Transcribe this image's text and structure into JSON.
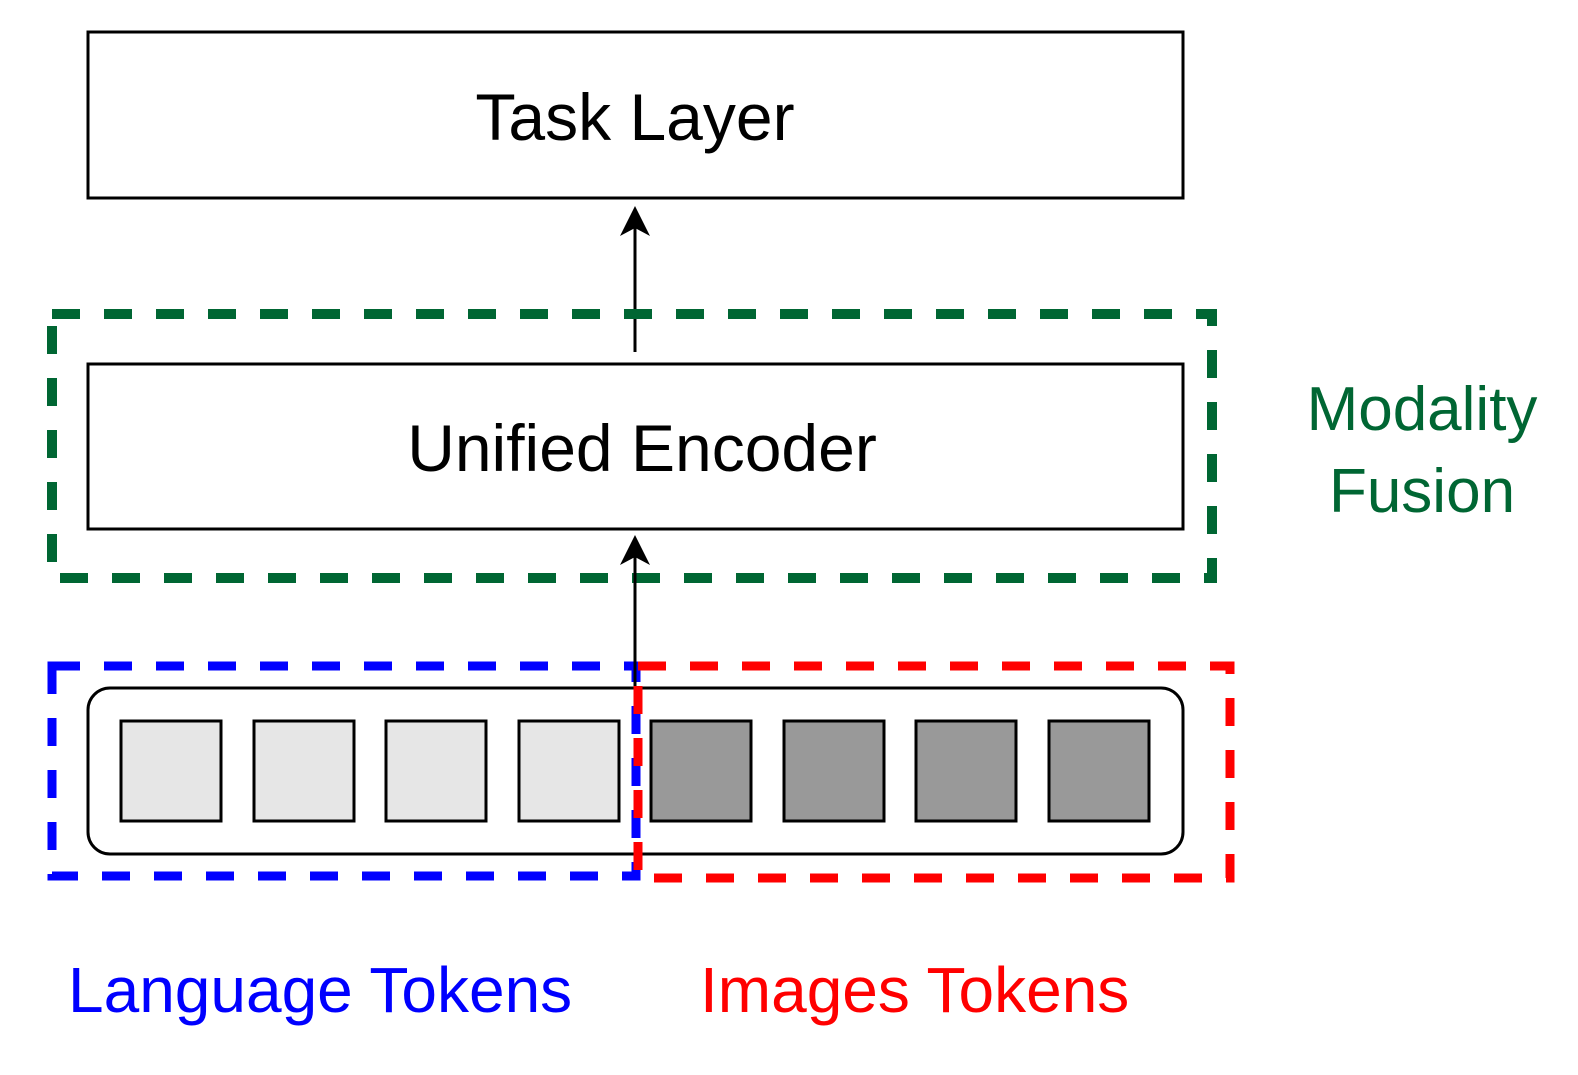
{
  "diagram": {
    "task_layer": {
      "label": "Task Layer"
    },
    "unified_encoder": {
      "label": "Unified Encoder"
    },
    "modality_fusion": {
      "label_line1": "Modality",
      "label_line2": "Fusion"
    },
    "language_tokens": {
      "label": "Language Tokens",
      "count": 4
    },
    "image_tokens": {
      "label": "Images Tokens",
      "count": 4
    }
  },
  "colors": {
    "fusion": "#006633",
    "language": "#0000ff",
    "image": "#ff0000",
    "language_token_fill": "#e6e6e6",
    "image_token_fill": "#999999",
    "stroke": "#000000"
  }
}
